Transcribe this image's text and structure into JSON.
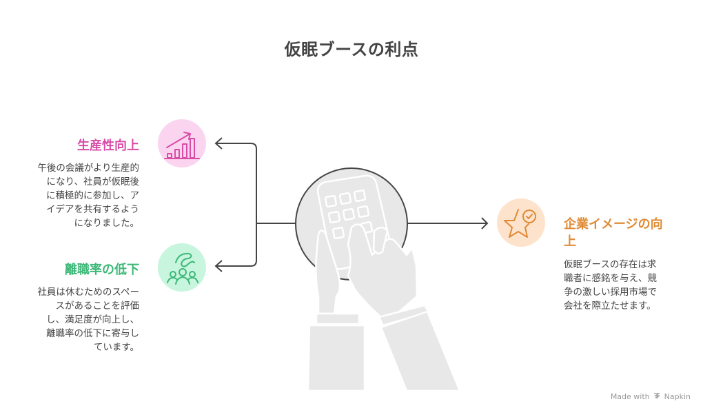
{
  "title": "仮眠ブースの利点",
  "benefits": [
    {
      "heading": "生産性向上",
      "description_lines": [
        "午後の会議がより生産的",
        "になり、社員が仮眠後",
        "に積極的に参加し、ア",
        "イデアを共有するよう",
        "になりました。"
      ],
      "icon": "chart-growth-icon",
      "color": "#d94ca8",
      "bg_color": "#fbd5ef"
    },
    {
      "heading": "離職率の低下",
      "description_lines": [
        "社員は休むためのスペー",
        "スがあることを評価",
        "し、満足度が向上し、",
        "離職率の低下に寄与し",
        "ています。"
      ],
      "icon": "team-retention-icon",
      "color": "#3db878",
      "bg_color": "#c8f5de"
    },
    {
      "heading_lines": [
        "企業イメージの向",
        "上"
      ],
      "description_lines": [
        "仮眠ブースの存在は求",
        "職者に感銘を与え、競",
        "争の激しい採用市場で",
        "会社を際立たせます。"
      ],
      "icon": "star-check-icon",
      "color": "#e08a35",
      "bg_color": "#fde3cc"
    }
  ],
  "center": {
    "icon": "hands-phone-illustration-icon",
    "fill": "#e8e8e8",
    "stroke": "#444444"
  },
  "footer": {
    "made_with": "Made with",
    "brand": "Napkin",
    "brand_icon": "napkin-logo-icon"
  }
}
